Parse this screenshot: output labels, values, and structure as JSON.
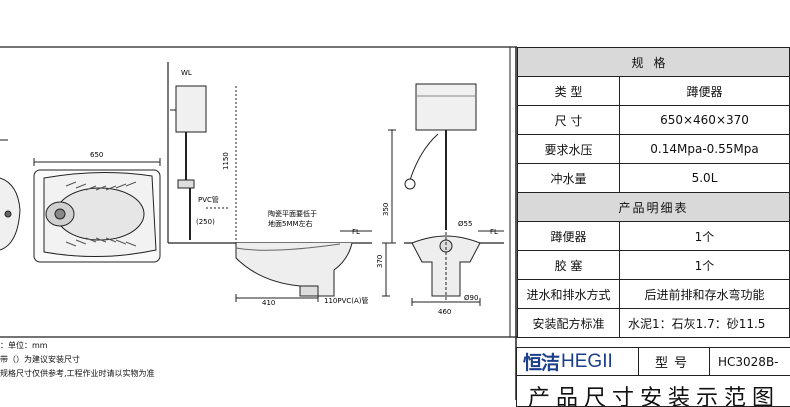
{
  "drawing": {
    "dim_650": "650",
    "label_wl": "WL",
    "dim_1150": "1150",
    "label_pvc": "PVC管",
    "dim_250": "(250)",
    "note_tile_1": "陶瓷平面要低于",
    "note_tile_2": "地面5MM左右",
    "label_fl_left": "FL",
    "dim_370": "370",
    "dim_410": "410",
    "label_110pvc": "110PVC(A)管",
    "dim_350": "350",
    "label_phi55": "Ø55",
    "label_fl_right": "FL",
    "label_phi90": "Ø90",
    "dim_460": "460"
  },
  "spec": {
    "header": "规格",
    "rows": [
      {
        "label": "类  型",
        "value": "蹲便器"
      },
      {
        "label": "尺  寸",
        "value": "650×460×370"
      },
      {
        "label": "要求水压",
        "value": "0.14Mpa-0.55Mpa"
      },
      {
        "label": "冲水量",
        "value": "5.0L"
      }
    ],
    "detail_header": "产品明细表",
    "detail_rows": [
      {
        "label": "蹲便器",
        "value": "1个"
      },
      {
        "label": "胶  塞",
        "value": "1个"
      },
      {
        "label": "进水和排水方式",
        "value": "后进前排和存水弯功能"
      },
      {
        "label": "安装配方标准",
        "value": "水泥1：石灰1.7：砂11.5"
      }
    ]
  },
  "notes": {
    "line1": "：单位：mm",
    "line2": "带（）为建议安装尺寸",
    "line3": "规格尺寸仅供参考,工程作业时请以实物为准"
  },
  "brand": {
    "logo_cn": "恒洁",
    "logo_en": "HEGII",
    "model_label": "型号",
    "model_value": "HC3028B-"
  },
  "title": "产品尺寸安装示范图"
}
